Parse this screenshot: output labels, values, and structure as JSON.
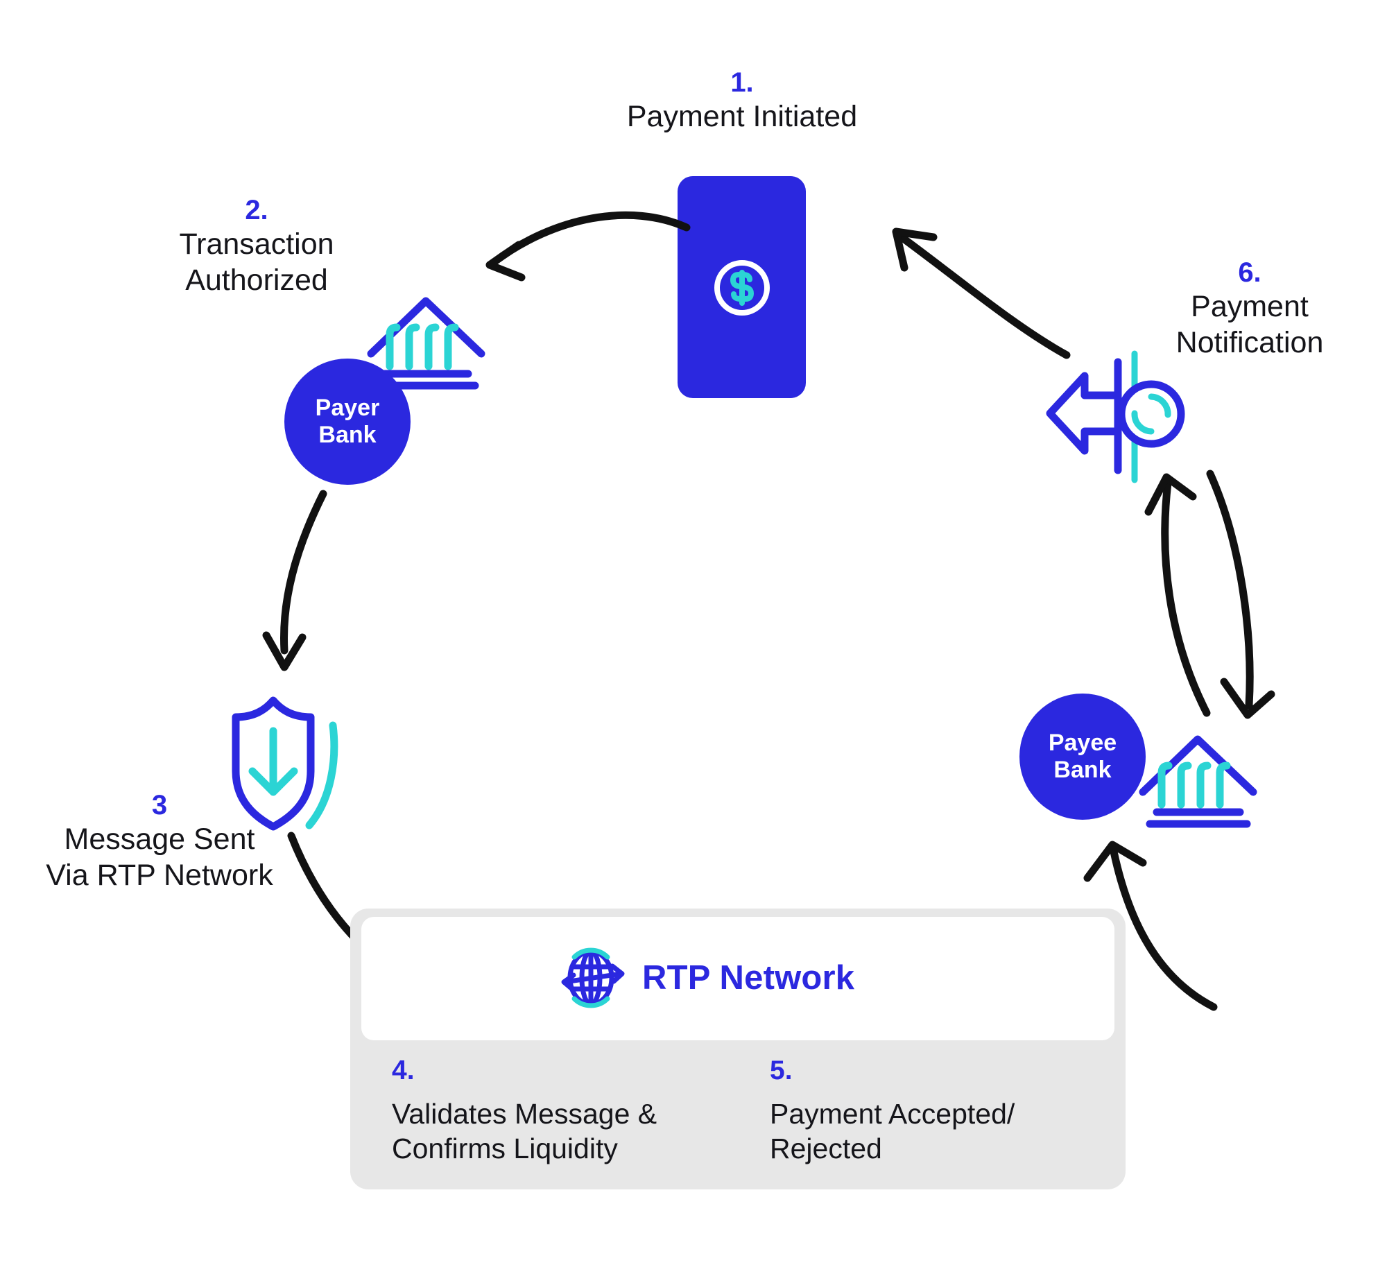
{
  "diagram": {
    "title_visible": false,
    "colors": {
      "brand_blue": "#2B28DF",
      "accent_cyan": "#2BD4D4",
      "panel_gray": "#E7E7E7",
      "arrow_black": "#111111",
      "text_black": "#15151a",
      "white": "#FFFFFF"
    }
  },
  "steps": [
    {
      "num": "1.",
      "label": "Payment Initiated",
      "icon": "mobile-payment-icon"
    },
    {
      "num": "2.",
      "label": "Transaction\nAuthorized",
      "icon": "bank-icon"
    },
    {
      "num": "3",
      "label": "Message Sent\nVia RTP Network",
      "icon": "shield-download-icon"
    },
    {
      "num": "4.",
      "label": "Validates Message &\nConfirms Liquidity",
      "icon": ""
    },
    {
      "num": "5.",
      "label": "Payment Accepted/\nRejected",
      "icon": ""
    },
    {
      "num": "6.",
      "label": "Payment\nNotification",
      "icon": "notification-bell-icon"
    }
  ],
  "nodes": {
    "payer_bank": "Payer\nBank",
    "payee_bank": "Payee\nBank"
  },
  "rtp_panel": {
    "title": "RTP Network",
    "logo_icon": "globe-network-icon"
  },
  "icons": {
    "phone": "mobile-device-icon",
    "dollar": "dollar-circle-icon",
    "payer_bank_building": "bank-building-icon",
    "payee_bank_building": "bank-building-icon",
    "shield": "shield-download-icon",
    "notification": "notification-arrow-icon",
    "globe": "globe-network-icon"
  },
  "arrows": [
    {
      "name": "arrow-phone-to-payer-bank",
      "from": "1",
      "to": "2"
    },
    {
      "name": "arrow-payer-bank-to-shield",
      "from": "2",
      "to": "3"
    },
    {
      "name": "arrow-shield-to-rtp",
      "from": "3",
      "to": "4"
    },
    {
      "name": "arrow-rtp-to-payee-bank",
      "from": "5",
      "to": "payee_bank"
    },
    {
      "name": "arrow-payee-bank-to-notification",
      "from": "payee_bank",
      "to": "6"
    },
    {
      "name": "arrow-notification-to-payee-bank",
      "from": "6",
      "to": "payee_bank"
    },
    {
      "name": "arrow-notification-to-phone",
      "from": "6",
      "to": "1"
    }
  ]
}
